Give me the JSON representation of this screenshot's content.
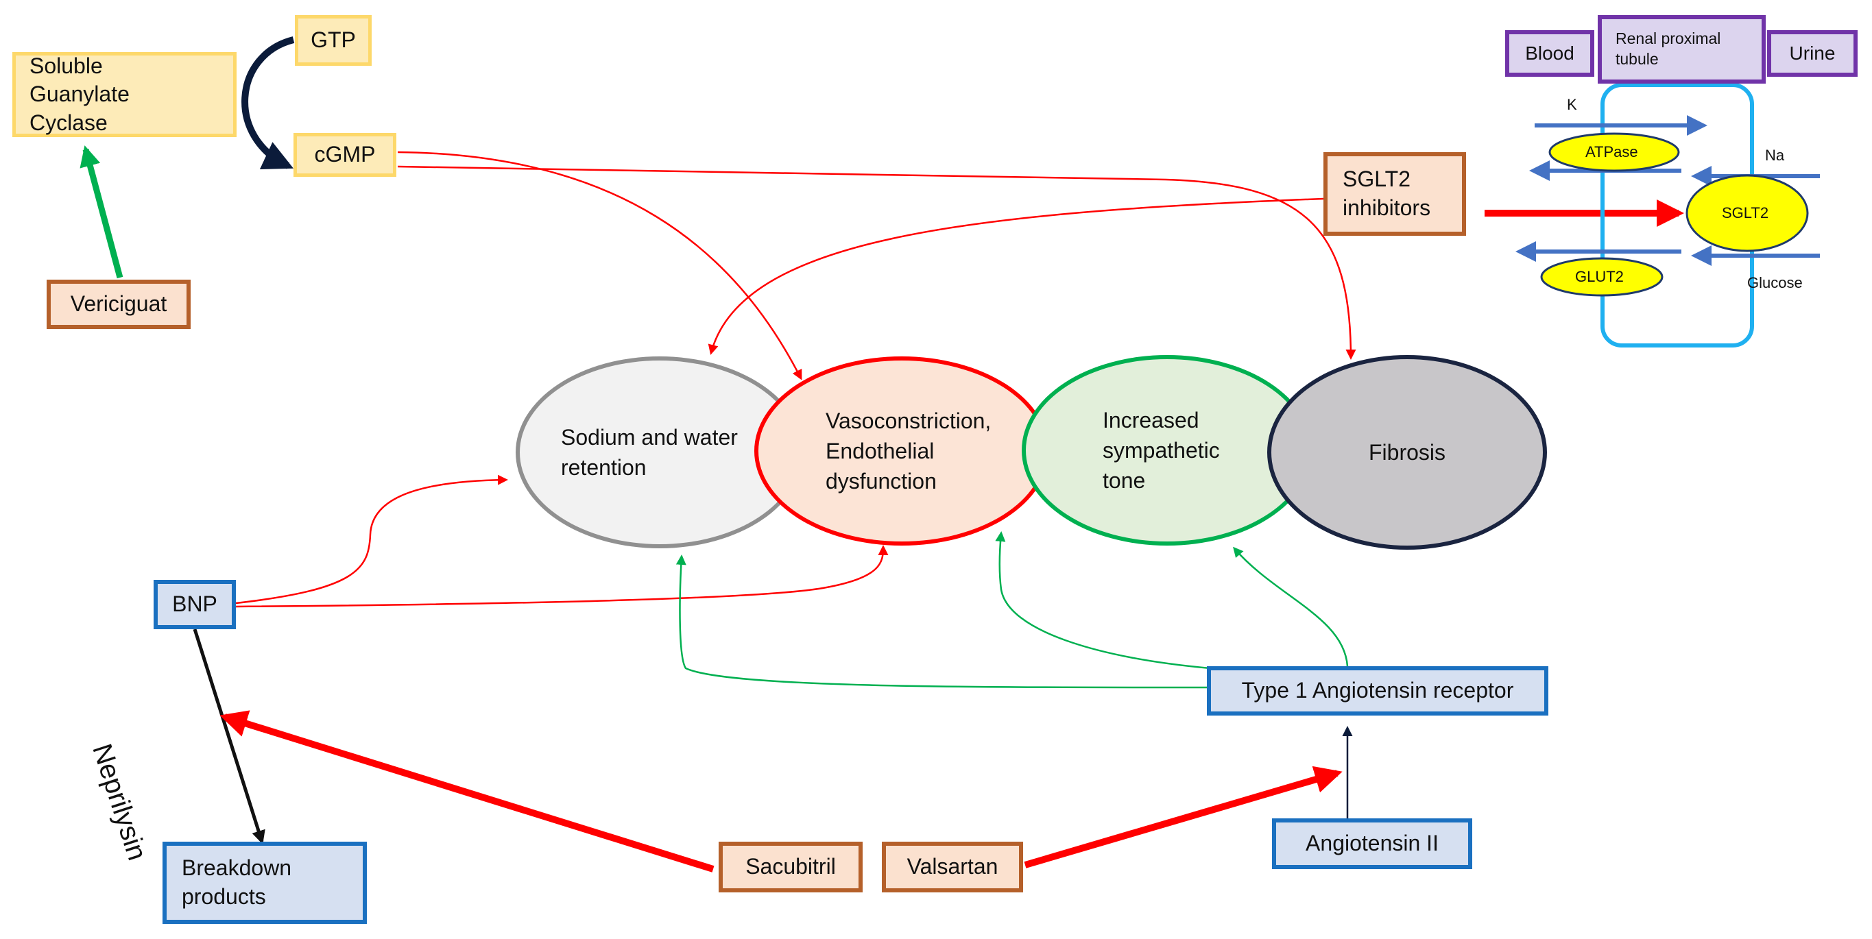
{
  "boxes": {
    "soluble_guanylate_cyclase": "Soluble Guanylate Cyclase",
    "gtp": "GTP",
    "cgmp": "cGMP",
    "vericiguat": "Vericiguat",
    "sglt2_inhibitors": "SGLT2 inhibitors",
    "bnp": "BNP",
    "breakdown_products": "Breakdown products",
    "type1_angiotensin_receptor": "Type 1 Angiotensin receptor",
    "angiotensin_ii": "Angiotensin II",
    "sacubitril": "Sacubitril",
    "valsartan": "Valsartan"
  },
  "effects": {
    "sodium_water_retention": "Sodium and water retention",
    "vasoconstriction": "Vasoconstriction, Endothelial dysfunction",
    "sympathetic_tone": "Increased sympathetic tone",
    "fibrosis": "Fibrosis"
  },
  "enzyme_label": "Neprilysin",
  "kidney": {
    "blood": "Blood",
    "tubule": "Renal proximal tubule",
    "urine": "Urine",
    "k": "K",
    "na": "Na",
    "glucose": "Glucose",
    "atpase": "ATPase",
    "sglt2": "SGLT2",
    "glut2": "GLUT2"
  },
  "colors": {
    "inhibition_arrow": "#FF0000",
    "activation_arrow": "#00B050",
    "transport_arrow": "#4472C4",
    "tubule_outline": "#1FB0F0",
    "transporter_fill": "#FFFF00"
  }
}
